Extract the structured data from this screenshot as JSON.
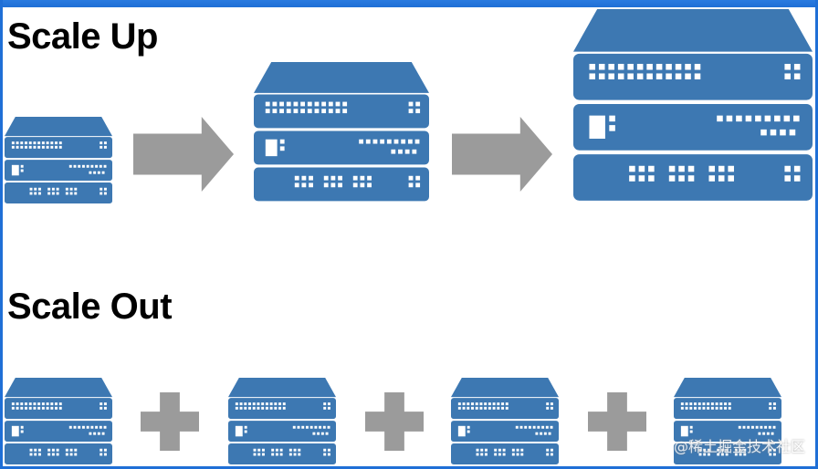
{
  "headings": {
    "scale_up": "Scale Up",
    "scale_out": "Scale Out"
  },
  "colors": {
    "server_blue": "#3d78b2",
    "server_dark": "#2f5f92",
    "arrow_gray": "#9b9b9b",
    "plus_gray": "#9b9b9b",
    "border_blue": "#1f6fd6"
  },
  "icons": {
    "server_stack": "server-stack-icon",
    "arrow": "right-arrow-icon",
    "plus": "plus-icon"
  },
  "watermark": "@稀土掘金技术社区"
}
